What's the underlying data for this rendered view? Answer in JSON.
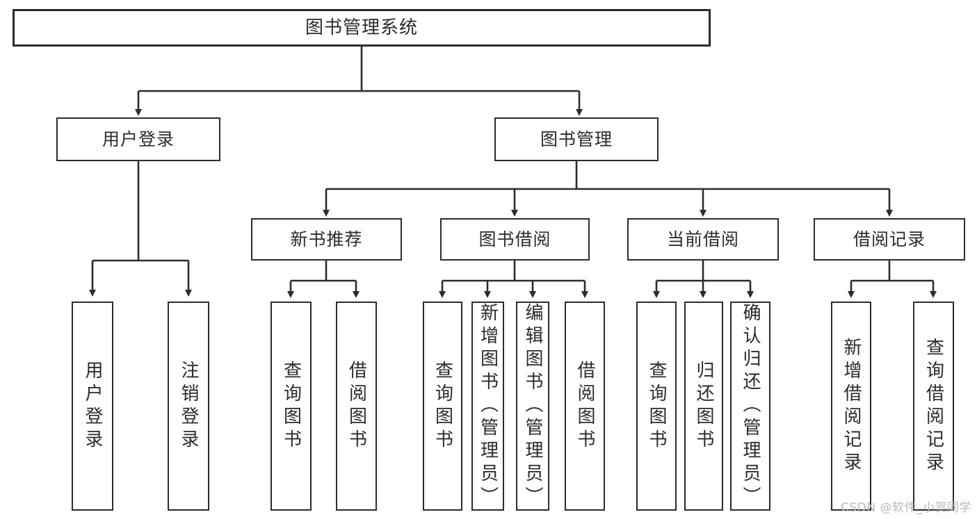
{
  "diagram": {
    "type": "tree",
    "title": "图书管理系统",
    "watermark": "CSDN @软件_小贺同学",
    "colors": {
      "border": "#2b2b2b",
      "background": "#ffffff",
      "watermark": "#b9b9b9"
    },
    "nodes": {
      "root": {
        "label": "图书管理系统"
      },
      "level2": [
        {
          "label": "用户登录"
        },
        {
          "label": "图书管理"
        }
      ],
      "level3": [
        {
          "label": "新书推荐"
        },
        {
          "label": "图书借阅"
        },
        {
          "label": "当前借阅"
        },
        {
          "label": "借阅记录"
        }
      ],
      "leaves": [
        {
          "label": "用户登录"
        },
        {
          "label": "注销登录"
        },
        {
          "label": "查询图书"
        },
        {
          "label": "借阅图书"
        },
        {
          "label": "查询图书"
        },
        {
          "label": "新增图书（管理员）"
        },
        {
          "label": "编辑图书（管理员）"
        },
        {
          "label": "借阅图书"
        },
        {
          "label": "查询图书"
        },
        {
          "label": "归还图书"
        },
        {
          "label": "确认归还（管理员）"
        },
        {
          "label": "新增借阅记录"
        },
        {
          "label": "查询借阅记录"
        }
      ]
    }
  }
}
